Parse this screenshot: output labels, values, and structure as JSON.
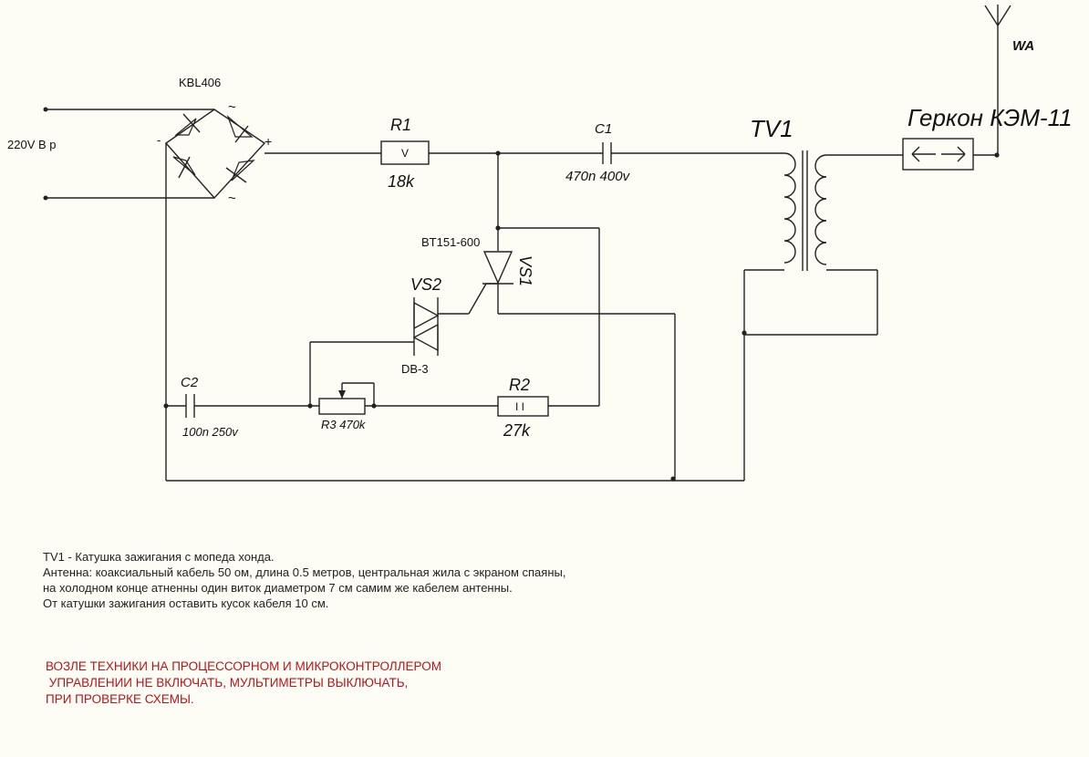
{
  "diagram": {
    "labels": {
      "bridge": "KBL406",
      "input": "220V В р",
      "minus": "-",
      "plus": "+",
      "ac1": "~",
      "ac2": "~",
      "r1_name": "R1",
      "r1_mark": "V",
      "r1_value": "18k",
      "c1_name": "C1",
      "c1_value": "470n 400v",
      "tv1": "TV1",
      "reed": "Геркон КЭМ-11",
      "antenna": "WA",
      "scr_part": "BT151-600",
      "vs1": "VS1",
      "vs2": "VS2",
      "db3": "DB-3",
      "c2_name": "C2",
      "c2_value": "100n 250v",
      "r3_label": "R3 470k",
      "r2_name": "R2",
      "r2_mark": "I I",
      "r2_value": "27k"
    }
  },
  "notes": [
    "TV1 - Катушка зажигания с мопеда хонда.",
    "Антенна: коаксиальный кабель 50 ом, длина 0.5 метров, центральная жила с экраном спаяны,",
    "на холодном конце атненны один виток диаметром 7 см самим же кабелем антенны.",
    "От катушки зажигания оставить кусок кабеля 10 см."
  ],
  "warning": [
    "ВОЗЛЕ ТЕХНИКИ НА ПРОЦЕССОРНОМ И МИКРОКОНТРОЛЛЕРОМ",
    " УПРАВЛЕНИИ НЕ ВКЛЮЧАТЬ, МУЛЬТИМЕТРЫ ВЫКЛЮЧАТЬ,",
    "ПРИ ПРОВЕРКЕ СХЕМЫ."
  ],
  "colors": {
    "background": "#fdfdf6",
    "wire": "#222222",
    "warning": "#b4151b"
  }
}
